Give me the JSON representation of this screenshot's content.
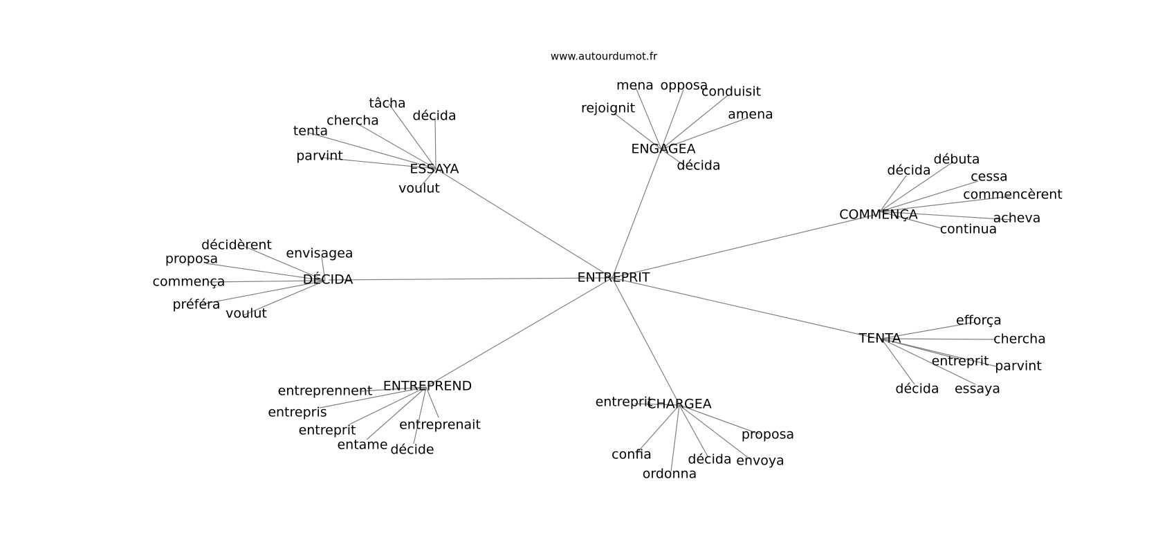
{
  "source": "www.autourdumot.fr",
  "center": "ENTREPRIT",
  "clusters": [
    {
      "hub": "ESSAYA",
      "leaves": [
        "tâcha",
        "décida",
        "chercha",
        "tenta",
        "parvint",
        "voulut"
      ]
    },
    {
      "hub": "ENGAGEA",
      "leaves": [
        "mena",
        "opposa",
        "conduisit",
        "rejoignit",
        "amena",
        "décida"
      ]
    },
    {
      "hub": "COMMENÇA",
      "leaves": [
        "débuta",
        "décida",
        "cessa",
        "commencèrent",
        "acheva",
        "continua"
      ]
    },
    {
      "hub": "DÉCIDA",
      "leaves": [
        "décidèrent",
        "envisagea",
        "proposa",
        "commença",
        "préféra",
        "voulut"
      ]
    },
    {
      "hub": "TENTA",
      "leaves": [
        "efforça",
        "chercha",
        "entreprit",
        "parvint",
        "décida",
        "essaya"
      ]
    },
    {
      "hub": "ENTREPREND",
      "leaves": [
        "entreprennent",
        "entrepris",
        "entreprit",
        "entame",
        "entreprenait",
        "décide"
      ]
    },
    {
      "hub": "CHARGEA",
      "leaves": [
        "entreprit",
        "proposa",
        "confia",
        "décida",
        "envoya",
        "ordonna"
      ]
    }
  ]
}
